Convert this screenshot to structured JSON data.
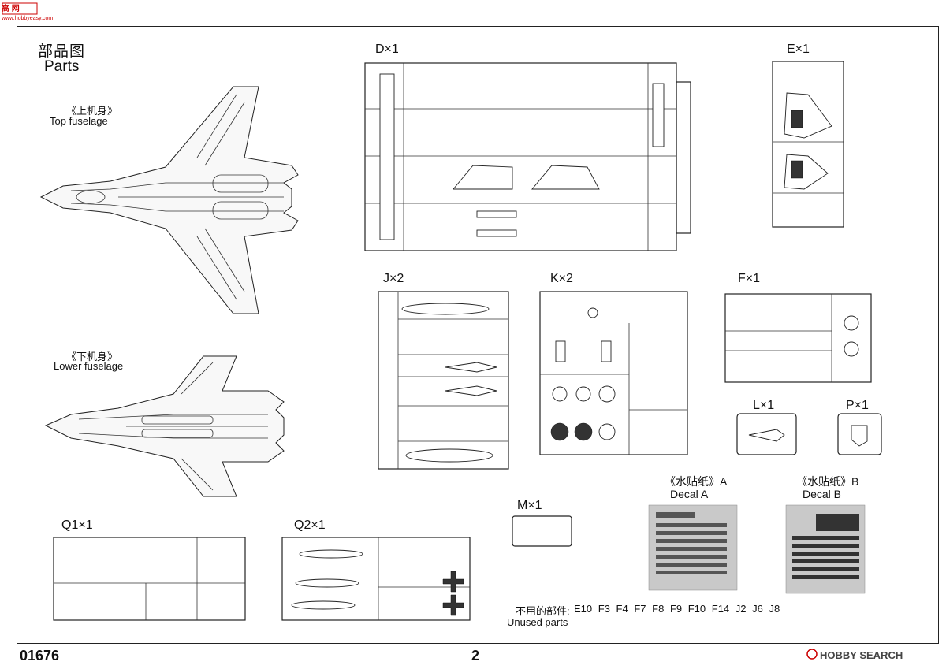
{
  "watermark": {
    "logo_text": "高 网",
    "url": "www.hobbyeasy.com"
  },
  "header": {
    "title_cn": "部品图",
    "title_en": "Parts"
  },
  "views": {
    "top": {
      "label_cn": "《上机身》",
      "label_en": "Top  fuselage"
    },
    "lower": {
      "label_cn": "《下机身》",
      "label_en": "Lower fuselage"
    }
  },
  "sprues": {
    "D": "D×1",
    "E": "E×1",
    "J": "J×2",
    "K": "K×2",
    "F": "F×1",
    "L": "L×1",
    "P": "P×1",
    "Q1": "Q1×1",
    "Q2": "Q2×1",
    "M": "M×1"
  },
  "decals": {
    "a_cn": "《水贴纸》A",
    "a_en": "Decal A",
    "b_cn": "《水贴纸》B",
    "b_en": "Decal B"
  },
  "unused": {
    "label_cn": "不用的部件:",
    "parts": [
      "E10",
      "F3",
      "F4",
      "F7",
      "F8",
      "F9",
      "F10",
      "F14",
      "J2",
      "J6",
      "J8"
    ],
    "label_en": "Unused parts"
  },
  "footer": {
    "kit_number": "01676",
    "page": "2",
    "brand": "HOBBY SEARCH"
  }
}
